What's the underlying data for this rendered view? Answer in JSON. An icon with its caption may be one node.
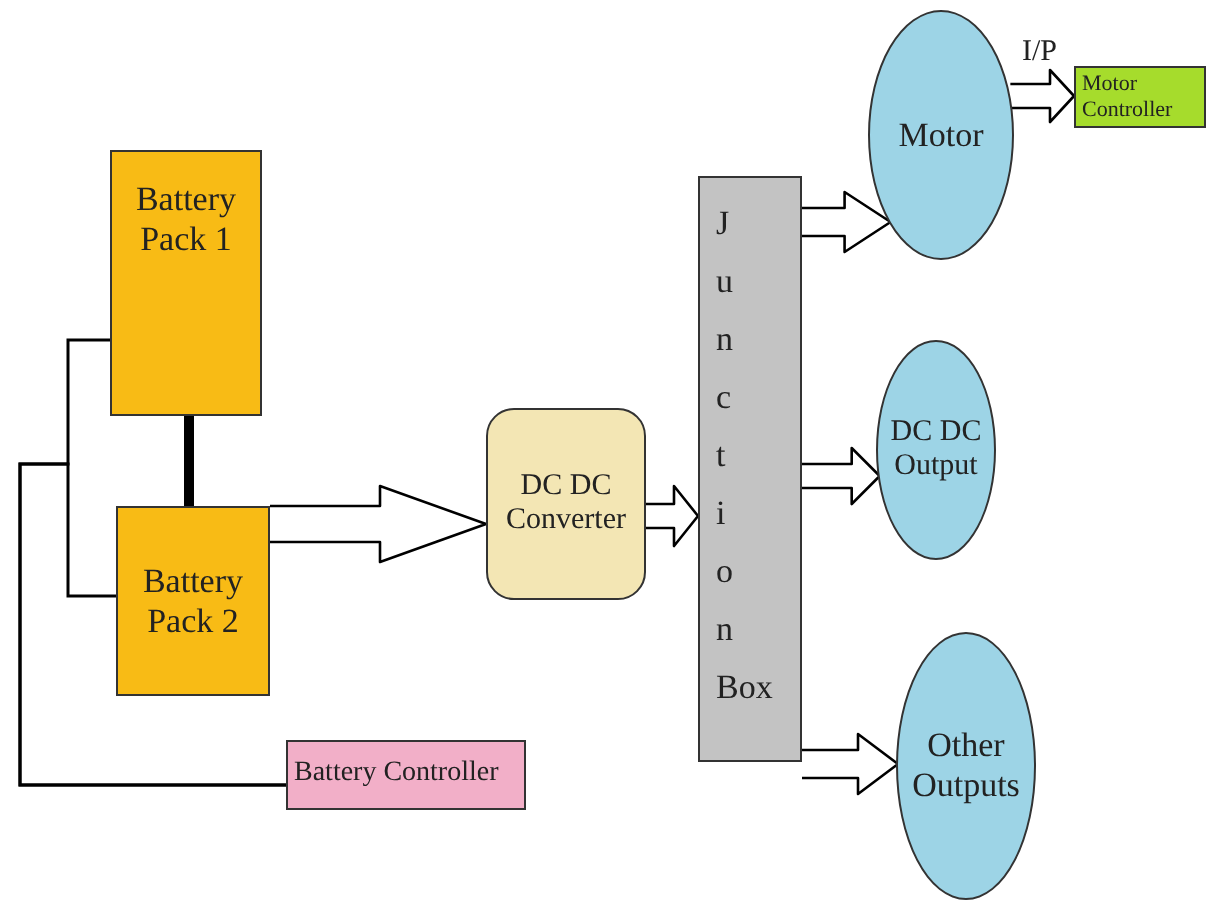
{
  "diagram": {
    "nodes": [
      {
        "text": [
          "Battery Pack 1"
        ]
      },
      {
        "text": [
          "Battery Pack 2"
        ]
      },
      {
        "text": [
          "DC DC Converter"
        ]
      },
      {
        "text": [
          "Junction Box"
        ]
      },
      {
        "text": [
          "Motor"
        ]
      },
      {
        "text": [
          "Motor Controller"
        ]
      },
      {
        "text": [
          "DC DC Output"
        ]
      },
      {
        "text": [
          "Other Outputs"
        ]
      },
      {
        "text": [
          "Battery Controller"
        ]
      }
    ],
    "edges": [
      {
        "from": 0,
        "to": 1,
        "arrow": "none",
        "style": "thick"
      },
      {
        "from": 1,
        "to": 2,
        "arrow": "to"
      },
      {
        "from": 2,
        "to": 3,
        "arrow": "to"
      },
      {
        "from": 3,
        "to": 4,
        "arrow": "to"
      },
      {
        "from": 3,
        "to": 6,
        "arrow": "to"
      },
      {
        "from": 3,
        "to": 7,
        "arrow": "to"
      },
      {
        "from": 4,
        "to": 5,
        "arrow": "to",
        "label": "I/P"
      },
      {
        "from": 8,
        "to": 0,
        "arrow": "none"
      },
      {
        "from": 8,
        "to": 1,
        "arrow": "none"
      }
    ]
  }
}
